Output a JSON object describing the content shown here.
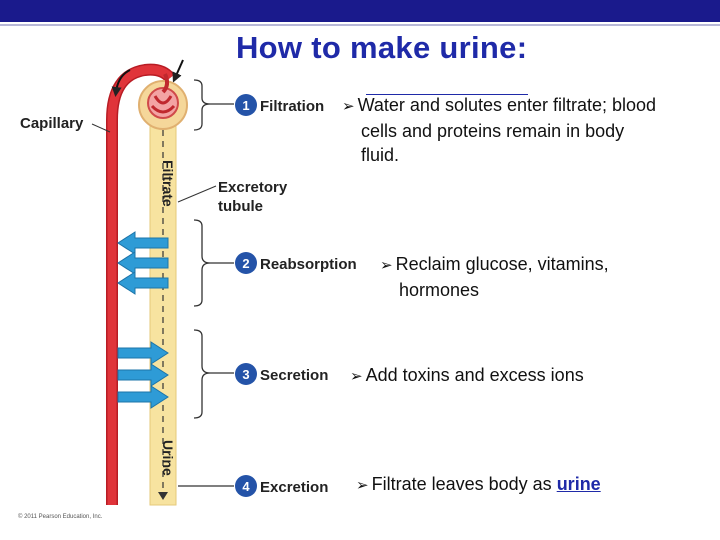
{
  "slide": {
    "title": "How to make urine:",
    "copyright": "© 2011 Pearson Education, Inc."
  },
  "diagram": {
    "capillary_label": "Capillary",
    "filtrate_label": "Filtrate",
    "urine_label": "Urine",
    "excretory_tubule_label_line1": "Excretory",
    "excretory_tubule_label_line2": "tubule",
    "steps": [
      {
        "number": "1",
        "label": "Filtration"
      },
      {
        "number": "2",
        "label": "Reabsorption"
      },
      {
        "number": "3",
        "label": "Secretion"
      },
      {
        "number": "4",
        "label": "Excretion"
      }
    ],
    "colors": {
      "capillary": "#e0343a",
      "tubule": "#f7e3a0",
      "step_badge": "#2453a8",
      "transport_arrow": "#2e9bd6",
      "title": "#1f2aa8"
    }
  },
  "bullets": {
    "filtration_line1": "Water and solutes enter filtrate; blood",
    "filtration_line2": "cells and proteins remain in body",
    "filtration_line3": "fluid.",
    "reabsorption_line1": "Reclaim glucose, vitamins,",
    "reabsorption_line2": "hormones",
    "secretion": "Add toxins and excess ions",
    "excretion_prefix": "Filtrate leaves body as",
    "excretion_word": "urine"
  }
}
